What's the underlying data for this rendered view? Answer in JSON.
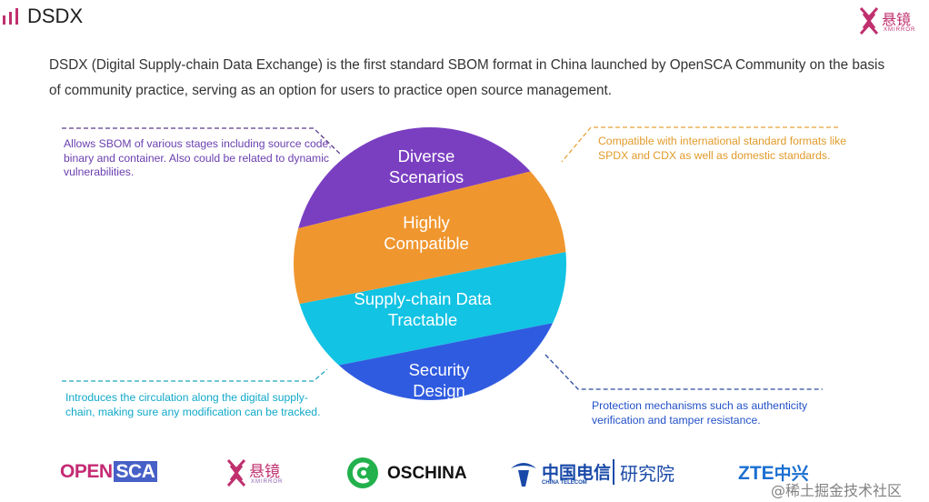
{
  "header": {
    "title": "DSDX",
    "title_icon": "bar-chart-icon",
    "corner_logo_cn": "悬镜",
    "corner_logo_en": "XMIRROR"
  },
  "intro": "DSDX (Digital Supply-chain Data Exchange) is the first standard SBOM format in China launched by OpenSCA Community on the basis of community practice, serving as an option for users to practice open source management.",
  "segments": [
    {
      "line1": "Diverse",
      "line2": "Scenarios",
      "color": "#7a3fc1"
    },
    {
      "line1": "Highly",
      "line2": "Compatible",
      "color": "#f0962f"
    },
    {
      "line1": "Supply-chain Data",
      "line2": "Tractable",
      "color": "#12c3e3"
    },
    {
      "line1": "Security",
      "line2": "Design",
      "color": "#2f5be0"
    }
  ],
  "notes": {
    "purple": "Allows SBOM of various stages including source code, binary and container.  Also could be related to dynamic vulnerabilities.",
    "orange": "Compatible with international standard formats like SPDX and CDX as well as domestic standards.",
    "teal": "Introduces the circulation along the digital supply-chain, making sure any modification can be tracked.",
    "blue": "Protection mechanisms such as authenticity verification and tamper resistance."
  },
  "logos": {
    "opensca_a": "OPEN",
    "opensca_b": "SCA",
    "xj_cn": "悬镜",
    "xj_en": "XMIRROR",
    "oschina": "OSCHINA",
    "ct_cn": "中国电信",
    "ct_en": "CHINA TELECOM",
    "ct_cn2": "研究院",
    "zte_en": "ZTE",
    "zte_cn": "中兴"
  },
  "watermark": "@稀土掘金技术社区"
}
